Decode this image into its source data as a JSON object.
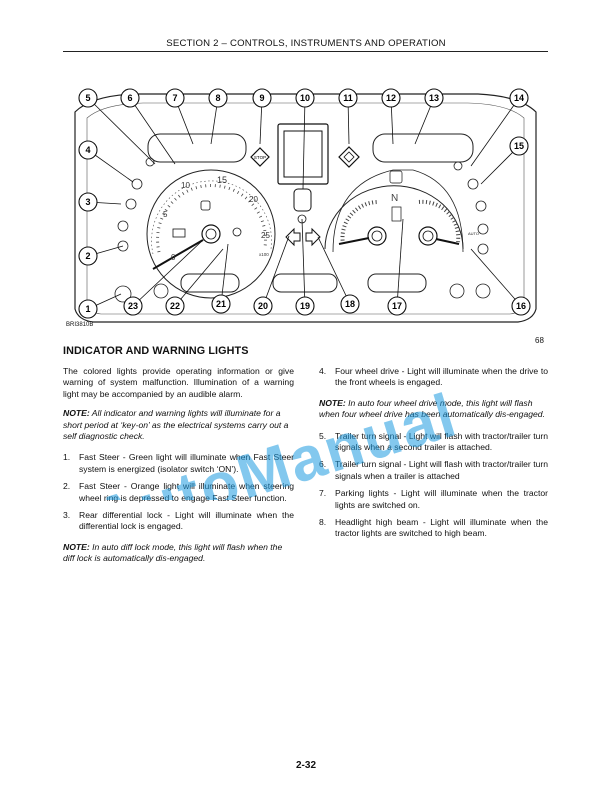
{
  "header": {
    "section": "SECTION 2 – CONTROLS, INSTRUMENTS AND OPERATION"
  },
  "figure": {
    "id": "BRI3810B",
    "number": "68",
    "callouts": [
      "5",
      "6",
      "7",
      "8",
      "9",
      "10",
      "11",
      "12",
      "13",
      "14",
      "4",
      "15",
      "3",
      "2",
      "1",
      "23",
      "22",
      "21",
      "20",
      "19",
      "18",
      "17",
      "16"
    ],
    "tach": {
      "scale": [
        "0",
        "5",
        "10",
        "15",
        "20",
        "25"
      ],
      "unit": "x100"
    },
    "gear_letters": [
      "N"
    ],
    "auto_label": "AUTO",
    "stop_label": "STOP"
  },
  "title": "INDICATOR AND WARNING LIGHTS",
  "left_column": {
    "intro": "The colored lights provide operating information or give warning of system malfunction. Illumination of a warning light may be accompanied by an audible alarm.",
    "note1_label": "NOTE:",
    "note1_text": " All indicator and warning lights will illuminate for a short period at ‘key-on’ as the electrical systems carry out a self diagnostic check.",
    "items": [
      {
        "num": "1.",
        "text": "Fast Steer - Green light will illuminate when Fast Steer system is energized (isolator switch ‘ON’)."
      },
      {
        "num": "2.",
        "text": "Fast Steer - Orange light will illuminate when steering wheel ring is depressed to engage Fast Steer function."
      },
      {
        "num": "3.",
        "text": "Rear differential lock - Light will illuminate when the differential lock is engaged."
      }
    ],
    "note2_label": "NOTE:",
    "note2_text": " In auto diff lock mode, this light will flash when the diff lock is automatically dis-engaged."
  },
  "right_column": {
    "item4": {
      "num": "4.",
      "text": "Four wheel drive - Light will illuminate when the drive to the front wheels is engaged."
    },
    "note3_label": "NOTE:",
    "note3_text": " In auto four wheel drive mode, this light will flash when four wheel drive has been automatically dis-engaged.",
    "items": [
      {
        "num": "5.",
        "text": "Trailer turn signal - Light will flash with tractor/trailer turn signals when a second trailer is attached."
      },
      {
        "num": "6.",
        "text": "Trailer turn signal - Light will flash with tractor/trailer turn signals when a trailer is attached"
      },
      {
        "num": "7.",
        "text": "Parking lights - Light will illuminate when the tractor lights are switched on."
      },
      {
        "num": "8.",
        "text": "Headlight high beam - Light will illuminate when the tractor lights are switched to high beam."
      }
    ]
  },
  "page_number": "2-32",
  "watermark": "AutoManual"
}
